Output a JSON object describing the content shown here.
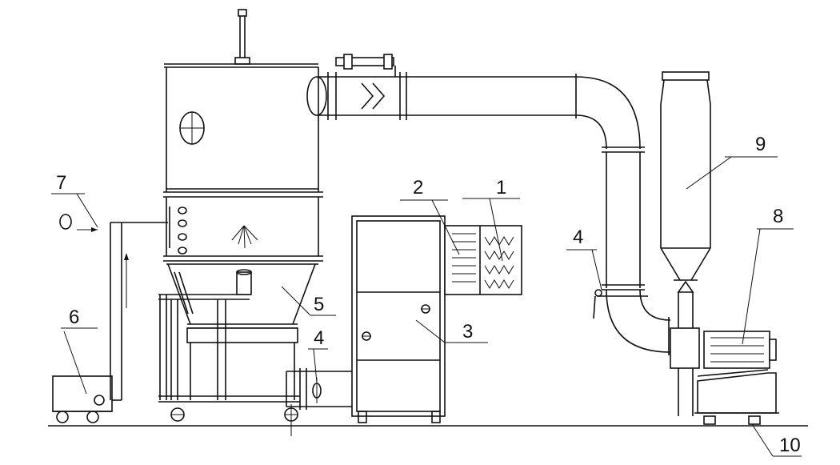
{
  "colors": {
    "ink": "#111111",
    "background": "#ffffff"
  },
  "labels": {
    "l1": "1",
    "l2": "2",
    "l3": "3",
    "l4a": "4",
    "l4b": "4",
    "l5": "5",
    "l6": "6",
    "l7": "7",
    "l8": "8",
    "l9": "9",
    "l10": "10"
  }
}
